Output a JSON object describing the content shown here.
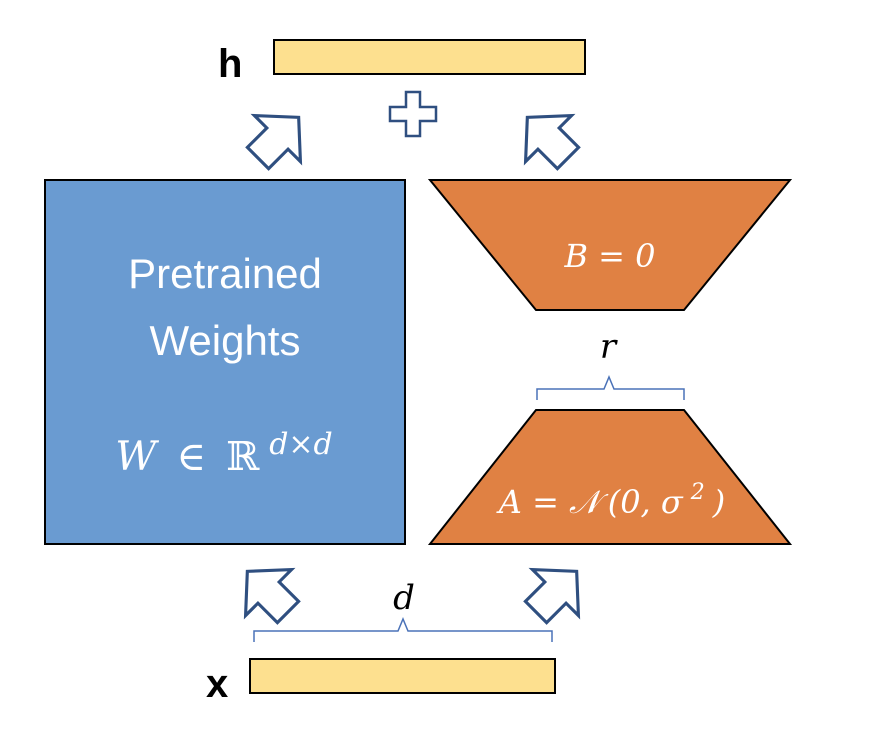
{
  "labels": {
    "output": "h",
    "input": "x",
    "pretrained_line1": "Pretrained",
    "pretrained_line2": "Weights",
    "pretrained_W": "W",
    "pretrained_in": "∈",
    "pretrained_R": "ℝ",
    "pretrained_sup": "d×d",
    "B_expr": "B = 0",
    "A_lhs": "A = ",
    "A_N": "𝒩",
    "A_args": "(0, σ",
    "A_sup": "2",
    "A_close": ")",
    "rank": "r",
    "dim": "d"
  },
  "colors": {
    "vector_fill": "#fde08f",
    "weights_fill": "#6a9bd1",
    "lora_fill": "#e08143",
    "arrow_stroke": "#2f4f80",
    "brace_stroke": "#4a72b8"
  },
  "icons": {
    "plus": "plus-icon",
    "arrow": "hollow-arrow-icon"
  }
}
